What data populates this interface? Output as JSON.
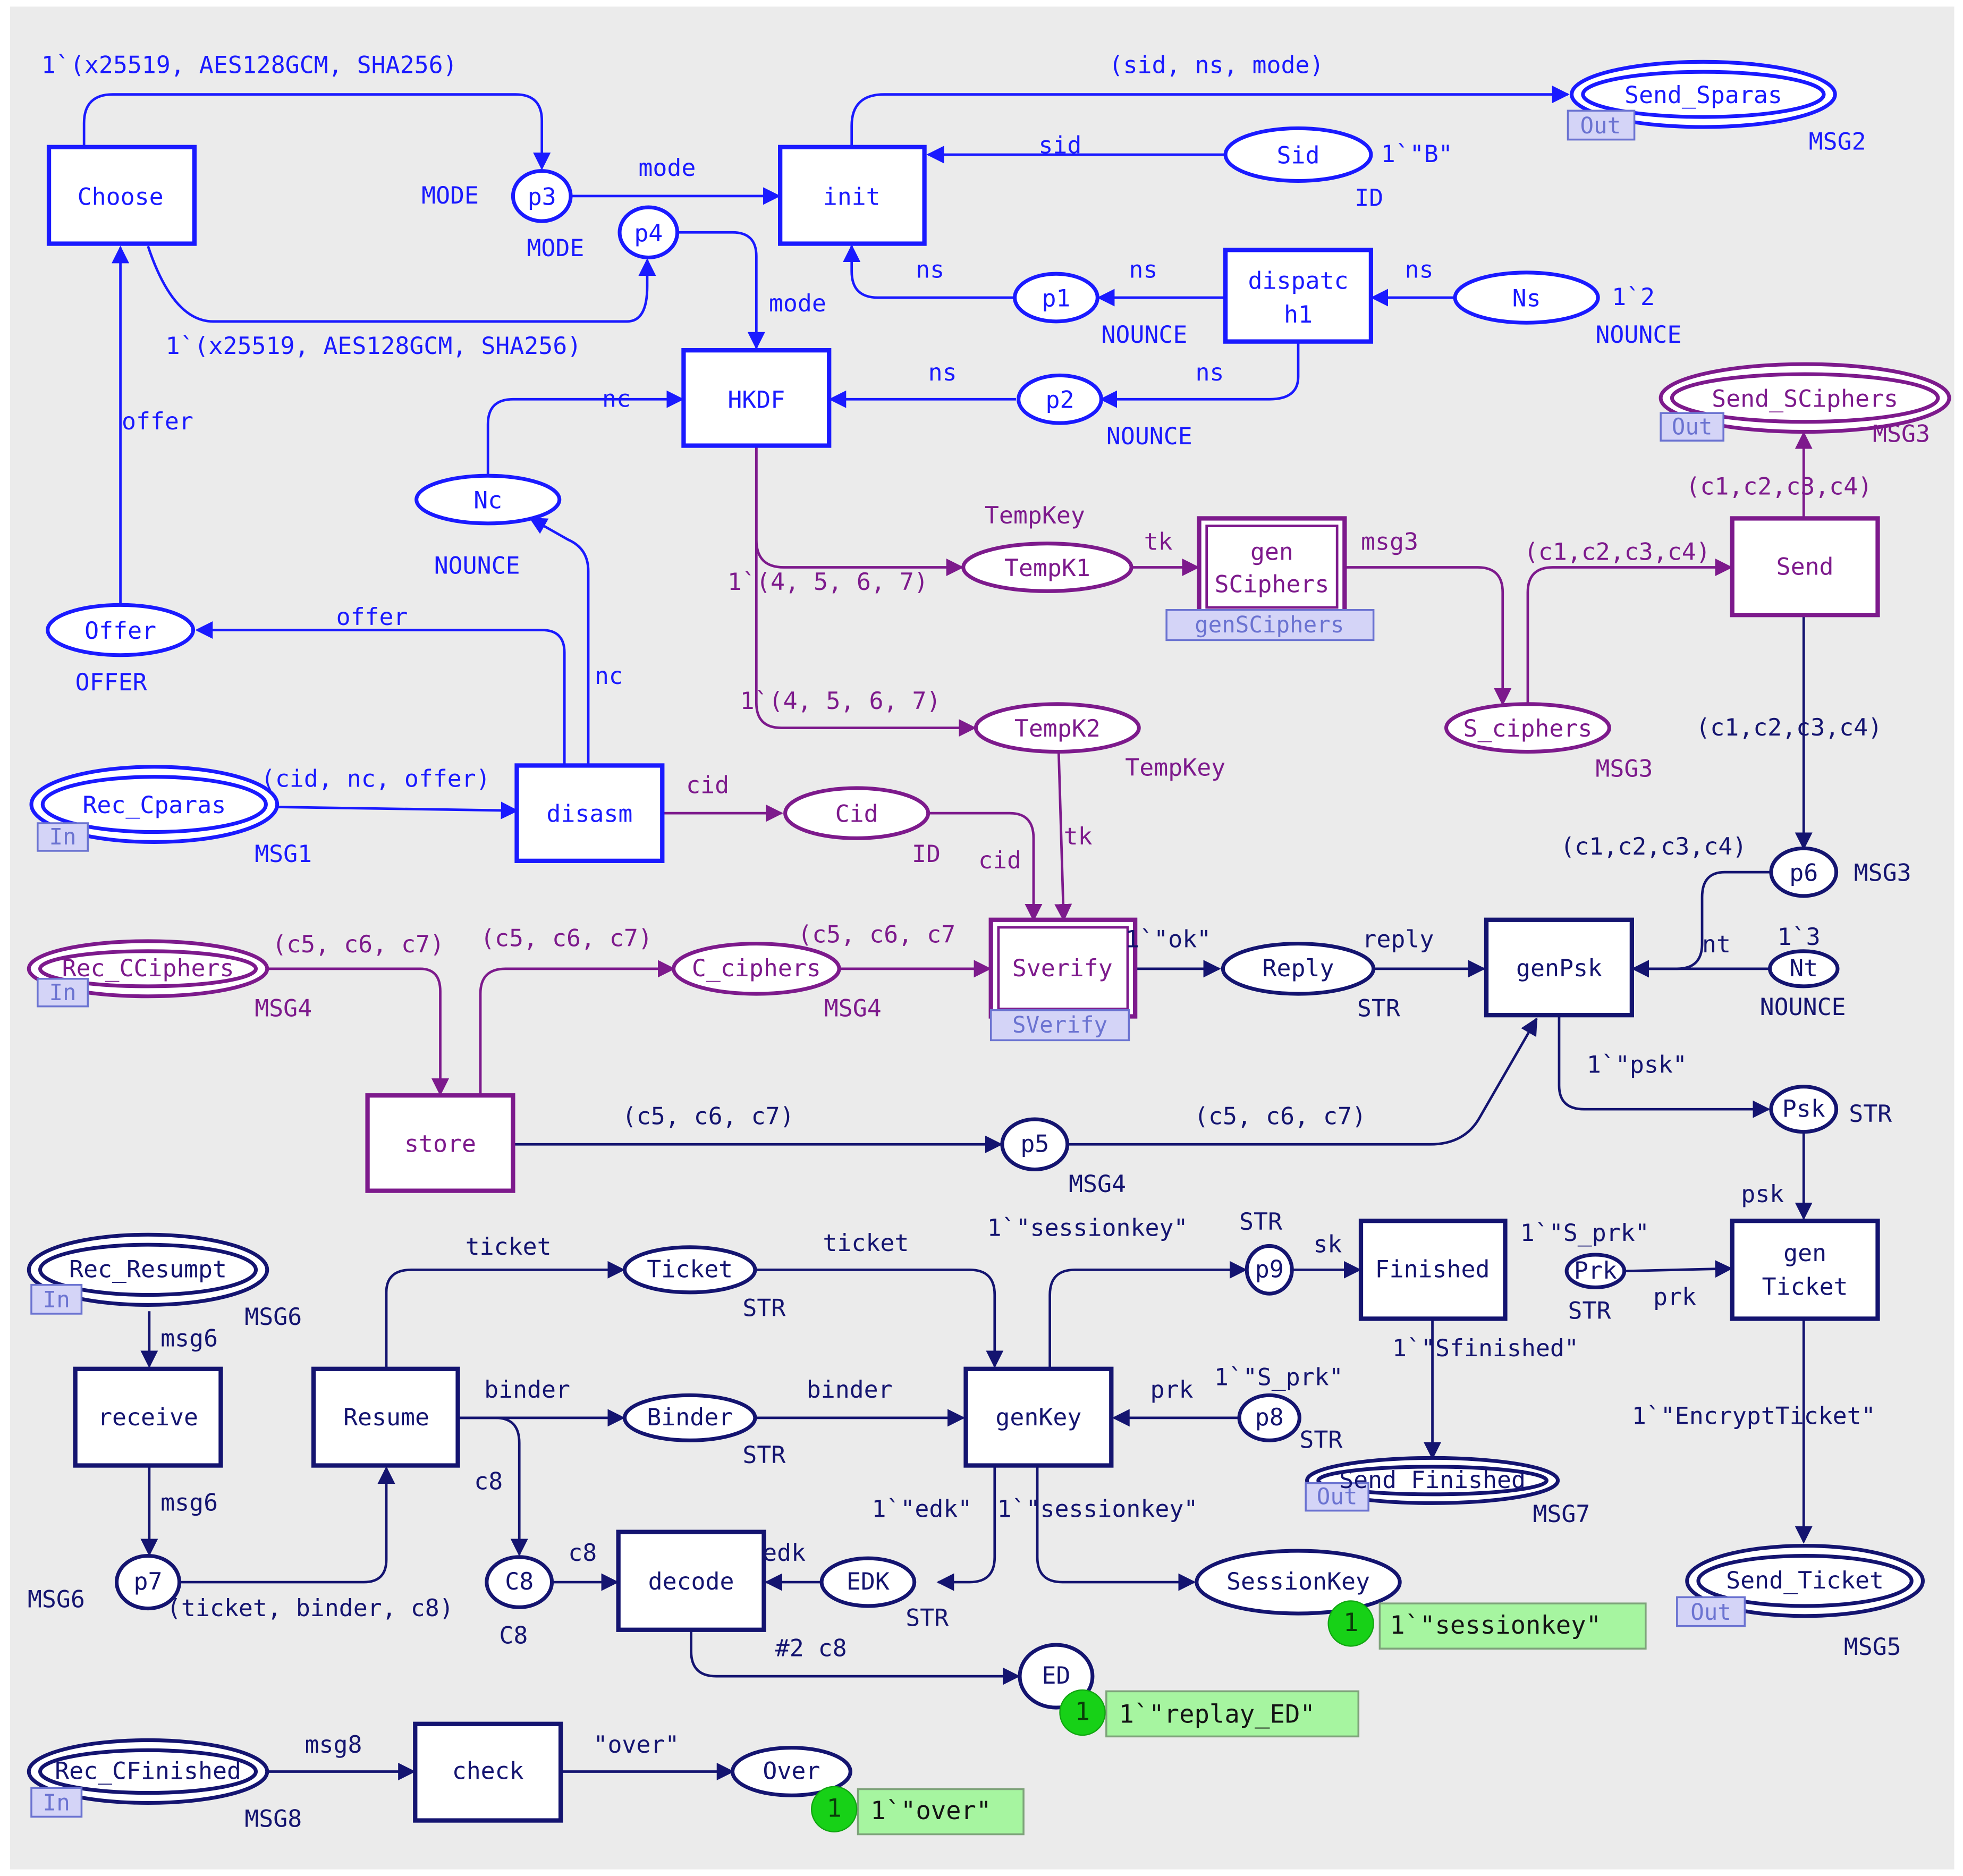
{
  "colors": {
    "background": "#ebebeb",
    "blue": "#1a1aff",
    "purple": "#7d1a8c",
    "navy": "#141470",
    "port_fill": "#d4d4f7",
    "port_text": "#6b73d1",
    "marking_fill": "#a6f5a0",
    "token_fill": "#17d117"
  },
  "places": {
    "p3": {
      "name": "p3",
      "type": "MODE"
    },
    "p4": {
      "name": "p4",
      "type": "MODE"
    },
    "sid": {
      "name": "Sid",
      "type": "ID",
      "init": "1`\"B\""
    },
    "send_sparas": {
      "name": "Send_Sparas",
      "port": "Out",
      "type": "MSG2"
    },
    "p1": {
      "name": "p1",
      "type": "NOUNCE"
    },
    "ns": {
      "name": "Ns",
      "type": "NOUNCE",
      "init": "1`2"
    },
    "p2": {
      "name": "p2",
      "type": "NOUNCE"
    },
    "nc": {
      "name": "Nc",
      "type": "NOUNCE"
    },
    "offer": {
      "name": "Offer",
      "type": "OFFER"
    },
    "tempk1": {
      "name": "TempK1",
      "type": "TempKey",
      "init": "1`(4, 5, 6, 7)"
    },
    "tempk2": {
      "name": "TempK2",
      "type": "TempKey",
      "init": "1`(4, 5, 6, 7)"
    },
    "s_ciphers": {
      "name": "S_ciphers",
      "type": "MSG3"
    },
    "send_sciphers": {
      "name": "Send_SCiphers",
      "port": "Out",
      "type": "MSG3"
    },
    "rec_cparas": {
      "name": "Rec_Cparas",
      "port": "In",
      "type": "MSG1"
    },
    "cid": {
      "name": "Cid",
      "type": "ID"
    },
    "p6": {
      "name": "p6",
      "type": "MSG3"
    },
    "rec_cciphers": {
      "name": "Rec_CCiphers",
      "port": "In",
      "type": "MSG4"
    },
    "c_ciphers": {
      "name": "C_ciphers",
      "type": "MSG4"
    },
    "reply": {
      "name": "Reply",
      "type": "STR"
    },
    "nt": {
      "name": "Nt",
      "type": "NOUNCE",
      "init": "1`3"
    },
    "p5": {
      "name": "p5",
      "type": "MSG4"
    },
    "psk": {
      "name": "Psk",
      "type": "STR",
      "init": "1`\"psk\""
    },
    "rec_resumpt": {
      "name": "Rec_Resumpt",
      "port": "In",
      "type": "MSG6"
    },
    "ticket": {
      "name": "Ticket",
      "type": "STR"
    },
    "p9": {
      "name": "p9",
      "type": "STR",
      "init": "1`\"sessionkey\""
    },
    "prk": {
      "name": "Prk",
      "type": "STR",
      "init": "1`\"S_prk\""
    },
    "binder": {
      "name": "Binder",
      "type": "STR"
    },
    "p8": {
      "name": "p8",
      "type": "STR",
      "init": "1`\"S_prk\""
    },
    "send_finished": {
      "name": "Send_Finished",
      "port": "Out",
      "type": "MSG7"
    },
    "p7": {
      "name": "p7",
      "type": "MSG6"
    },
    "c8": {
      "name": "C8",
      "type": "C8"
    },
    "edk": {
      "name": "EDK",
      "type": "STR",
      "init": "1`\"edk\""
    },
    "sessionkey": {
      "name": "SessionKey",
      "init": "1`\"sessionkey\"",
      "tokens": "1",
      "marking": "1`\"sessionkey\""
    },
    "send_ticket": {
      "name": "Send_Ticket",
      "port": "Out",
      "type": "MSG5",
      "init": "1`\"EncryptTicket\""
    },
    "ed": {
      "name": "ED",
      "tokens": "1",
      "marking": "1`\"replay_ED\""
    },
    "rec_cfinished": {
      "name": "Rec_CFinished",
      "port": "In",
      "type": "MSG8"
    },
    "over": {
      "name": "Over",
      "tokens": "1",
      "marking": "1`\"over\""
    }
  },
  "transitions": {
    "choose": {
      "name": "Choose"
    },
    "init": {
      "name": "init"
    },
    "dispatch1": {
      "name_line1": "dispatc",
      "name_line2": "h1"
    },
    "hkdf": {
      "name": "HKDF"
    },
    "gensciphers": {
      "name_line1": "gen",
      "name_line2": "SCiphers",
      "subpage": "genSCiphers"
    },
    "send": {
      "name": "Send"
    },
    "disasm": {
      "name": "disasm"
    },
    "sverify": {
      "name": "Sverify",
      "subpage": "SVerify"
    },
    "genpsk": {
      "name": "genPsk"
    },
    "store": {
      "name": "store"
    },
    "finished": {
      "name": "Finished",
      "output": "1`\"Sfinished\""
    },
    "genticket": {
      "name_line1": "gen",
      "name_line2": "Ticket"
    },
    "receive": {
      "name": "receive"
    },
    "resume": {
      "name": "Resume"
    },
    "genkey": {
      "name": "genKey"
    },
    "decode": {
      "name": "decode"
    },
    "check": {
      "name": "check"
    }
  },
  "arcs": {
    "choose_p3": "1`(x25519, AES128GCM, SHA256)",
    "choose_p4": "1`(x25519, AES128GCM, SHA256)",
    "p3_init": "mode",
    "init_sparas": "(sid, ns, mode)",
    "sid_init": "sid",
    "p1_init": "ns",
    "dispatch_p1": "ns",
    "ns_dispatch": "ns",
    "dispatch_p2": "ns",
    "p2_hkdf": "ns",
    "p4_hkdf": "mode",
    "nc_hkdf": "nc",
    "offer_choose": "offer",
    "tempk1_gen": "tk",
    "gen_sciphers": "msg3",
    "sciphers_send": "(c1,c2,c3,c4)",
    "send_out": "(c1,c2,c3,c4)",
    "send_p6": "(c1,c2,c3,c4)",
    "p6_genpsk": "(c1,c2,c3,c4)",
    "rec_disasm": "(cid, nc, offer)",
    "disasm_offer": "offer",
    "disasm_nc": "nc",
    "disasm_cid": "cid",
    "cid_sverify": "cid",
    "tempk2_sverify": "tk",
    "rec_store": "(c5, c6, c7)",
    "store_cciphers": "(c5, c6, c7)",
    "cciphers_sverify": "(c5, c6, c7",
    "sverify_reply": "1`\"ok\"",
    "reply_genpsk": "reply",
    "nt_genpsk": "nt",
    "store_p5": "(c5, c6, c7)",
    "p5_genpsk": "(c5, c6, c7)",
    "psk_genticket": "psk",
    "rec_receive": "msg6",
    "receive_p7": "msg6",
    "p7_resume": "(ticket, binder, c8)",
    "resume_ticket": "ticket",
    "ticket_genkey": "ticket",
    "resume_binder": "binder",
    "binder_genkey": "binder",
    "resume_c8": "c8",
    "c8_decode": "c8",
    "edk_decode": "edk",
    "decode_ed": "#2 c8",
    "genkey_p9": "sk",
    "prk_genticket": "prk",
    "p8_genkey": "prk",
    "genkey_edk": "1`\"edk\"",
    "genkey_sessionkey": "1`\"sessionkey\"",
    "rec_check": "msg8",
    "check_over": "\"over\""
  }
}
